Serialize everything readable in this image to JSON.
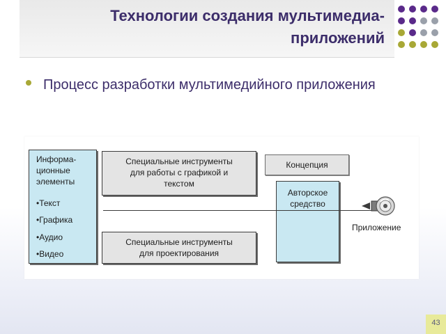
{
  "slide": {
    "title_line1": "Технологии создания мультимедиа-",
    "title_line2": "приложений",
    "bullet": "Процесс разработки мультимедийного приложения",
    "page_number": "43"
  },
  "colors": {
    "title": "#3c2d6a",
    "bullet_dot": "#a8a836",
    "dot_purple": "#5a2a8a",
    "dot_olive": "#a8a836",
    "dot_grey": "#9aa0aa",
    "box_blue": "#c9e8f2",
    "box_grey": "#e4e4e4",
    "page_badge": "#e8ea9a"
  },
  "diagram": {
    "info_box": {
      "head_lines": [
        "Информа-",
        "ционные",
        "элементы"
      ],
      "items": [
        "•Текст",
        "•Графика",
        "•Аудио",
        "•Видео"
      ]
    },
    "tools_graphics": [
      "Специальные инструменты",
      "для работы с графикой и",
      "текстом"
    ],
    "tools_design": [
      "Специальные инструменты",
      "для проектирования"
    ],
    "concept": "Концепция",
    "authoring": [
      "Авторское",
      "средство"
    ],
    "application": "Приложение",
    "icons": {
      "arrow": "arrow-right-icon",
      "application": "cd-drive-icon"
    }
  }
}
